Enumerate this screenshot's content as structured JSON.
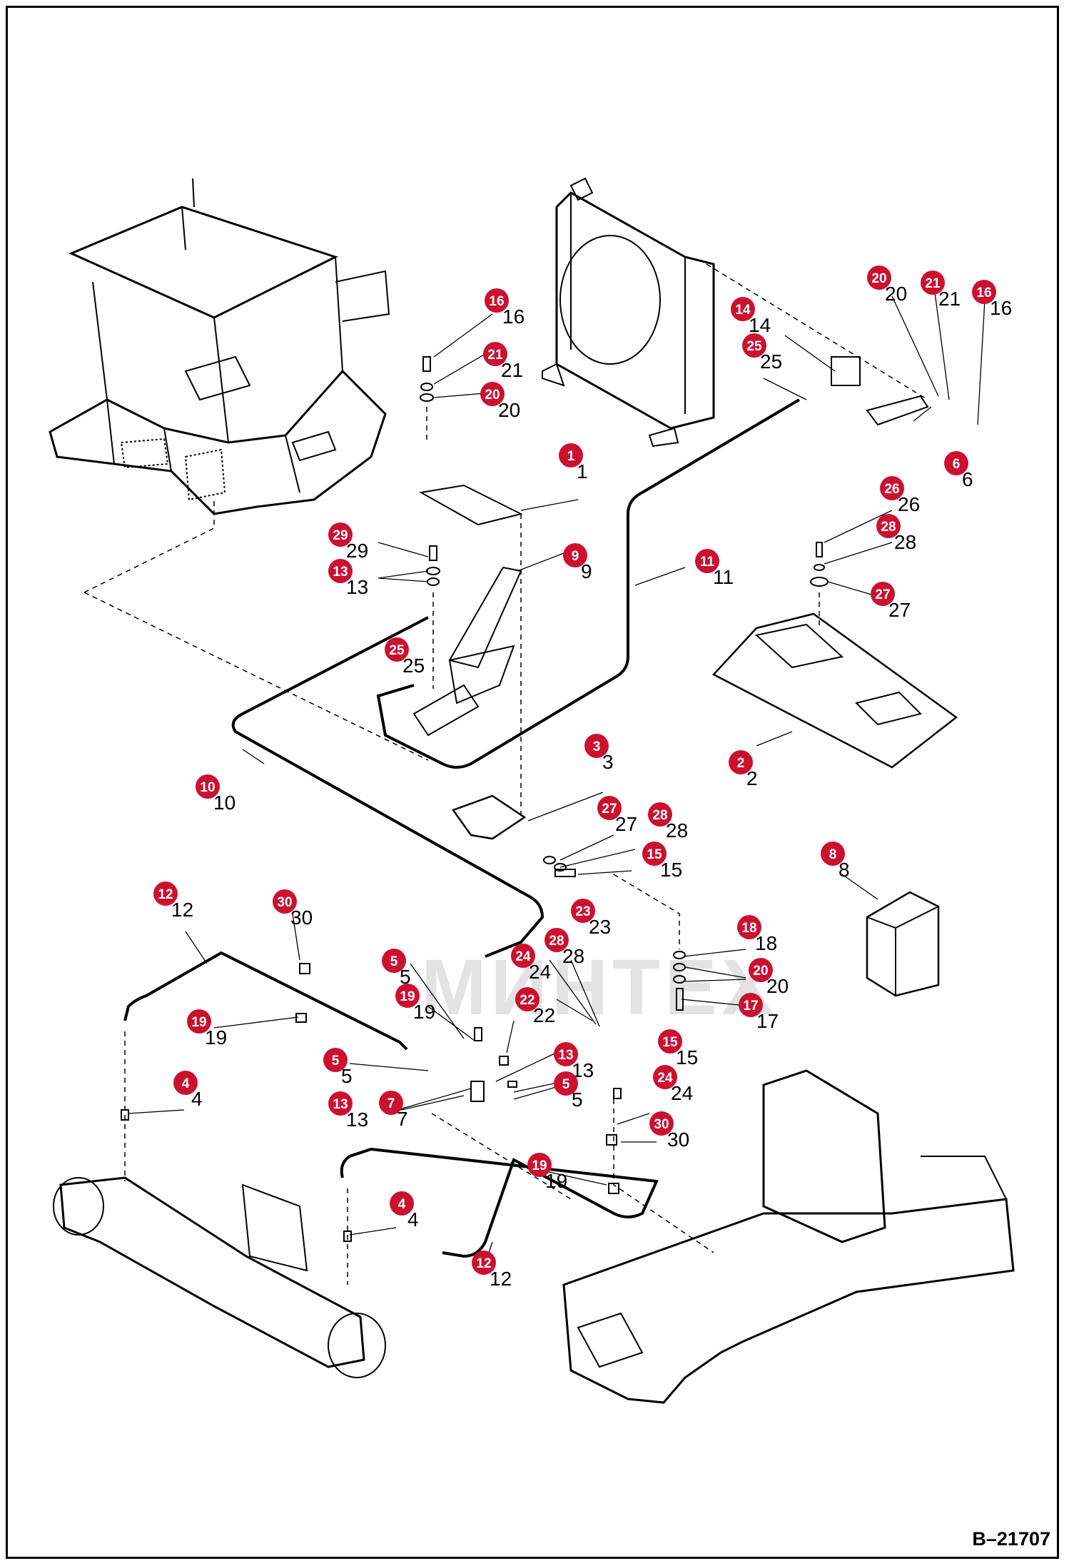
{
  "drawing_code": "B–21707",
  "watermark_text": "МИНТЕХ",
  "callout_color": "#cc1130",
  "callouts": [
    {
      "n": "1"
    },
    {
      "n": "2"
    },
    {
      "n": "3"
    },
    {
      "n": "4"
    },
    {
      "n": "4"
    },
    {
      "n": "5"
    },
    {
      "n": "5"
    },
    {
      "n": "5"
    },
    {
      "n": "6"
    },
    {
      "n": "7"
    },
    {
      "n": "8"
    },
    {
      "n": "9"
    },
    {
      "n": "10"
    },
    {
      "n": "11"
    },
    {
      "n": "12"
    },
    {
      "n": "12"
    },
    {
      "n": "13"
    },
    {
      "n": "13"
    },
    {
      "n": "13"
    },
    {
      "n": "14"
    },
    {
      "n": "15"
    },
    {
      "n": "15"
    },
    {
      "n": "16"
    },
    {
      "n": "16"
    },
    {
      "n": "17"
    },
    {
      "n": "18"
    },
    {
      "n": "19"
    },
    {
      "n": "19"
    },
    {
      "n": "19"
    },
    {
      "n": "20"
    },
    {
      "n": "20"
    },
    {
      "n": "20"
    },
    {
      "n": "21"
    },
    {
      "n": "21"
    },
    {
      "n": "22"
    },
    {
      "n": "23"
    },
    {
      "n": "24"
    },
    {
      "n": "24"
    },
    {
      "n": "25"
    },
    {
      "n": "25"
    },
    {
      "n": "26"
    },
    {
      "n": "27"
    },
    {
      "n": "27"
    },
    {
      "n": "28"
    },
    {
      "n": "28"
    },
    {
      "n": "28"
    },
    {
      "n": "29"
    },
    {
      "n": "30"
    },
    {
      "n": "30"
    }
  ]
}
